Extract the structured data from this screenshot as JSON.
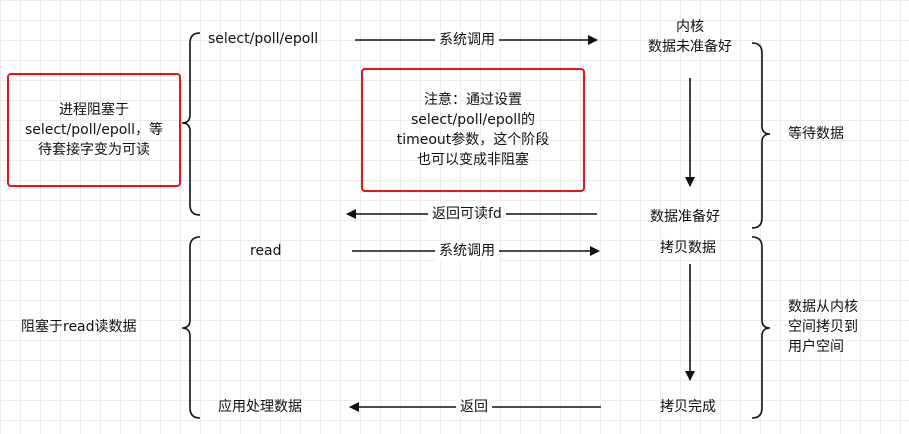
{
  "colors": {
    "highlight_border": "#e0181b",
    "stroke": "#111111",
    "grid": "#ececec"
  },
  "left": {
    "phase1_label": "进程阻塞于select/poll/epoll，等待套接字变为可读",
    "phase2_label": "阻塞于read读数据"
  },
  "app": {
    "select_call": "select/poll/epoll",
    "read_call": "read",
    "process_data": "应用处理数据"
  },
  "arrows": {
    "syscall_1": "系统调用",
    "return_readable_fd": "返回可读fd",
    "syscall_2": "系统调用",
    "return": "返回"
  },
  "note": {
    "text": "注意：通过设置select/poll/epoll的timeout参数，这个阶段也可以变成非阻塞"
  },
  "kernel": {
    "not_ready": "内核\n数据未准备好",
    "ready": "数据准备好",
    "copy_data": "拷贝数据",
    "copy_done": "拷贝完成"
  },
  "right": {
    "wait_data": "等待数据",
    "copy_to_user": "数据从内核空间拷贝到用户空间"
  }
}
